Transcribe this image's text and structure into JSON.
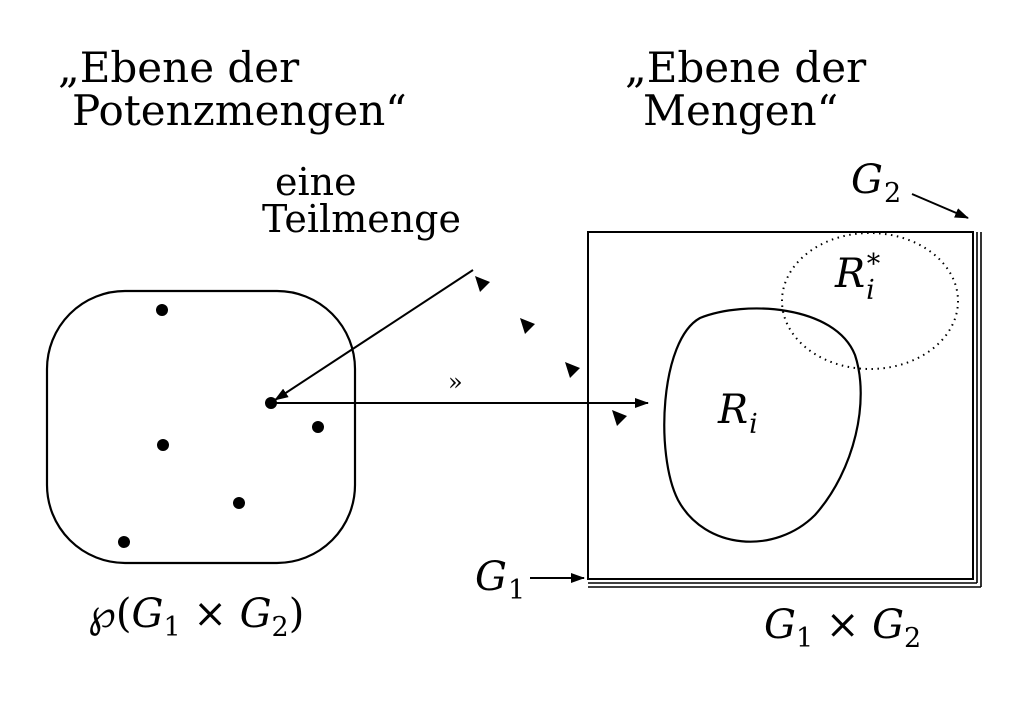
{
  "headings": {
    "left_line1": "„Ebene der",
    "left_line2": "Potenzmengen“",
    "right_line1": "„Ebene der",
    "right_line2": "Mengen“"
  },
  "subset_note": {
    "line1": "eine",
    "line2": "Teilmenge"
  },
  "powerset_label": {
    "symbol": "℘",
    "open": "(",
    "g1": "G",
    "g1_sub": "1",
    "times": " × ",
    "g2": "G",
    "g2_sub": "2",
    "close": ")"
  },
  "product_label": {
    "g1": "G",
    "g1_sub": "1",
    "times": " × ",
    "g2": "G",
    "g2_sub": "2"
  },
  "axis_labels": {
    "g1": "G",
    "g1_sub": "1",
    "g2": "G",
    "g2_sub": "2"
  },
  "relation_labels": {
    "ri": "R",
    "ri_sub": "i",
    "ri_star": "R",
    "ri_star_sub": "i",
    "ri_star_sup": "*"
  },
  "arrow_mark": "»",
  "colors": {
    "ink": "#000000",
    "background": "#ffffff"
  }
}
